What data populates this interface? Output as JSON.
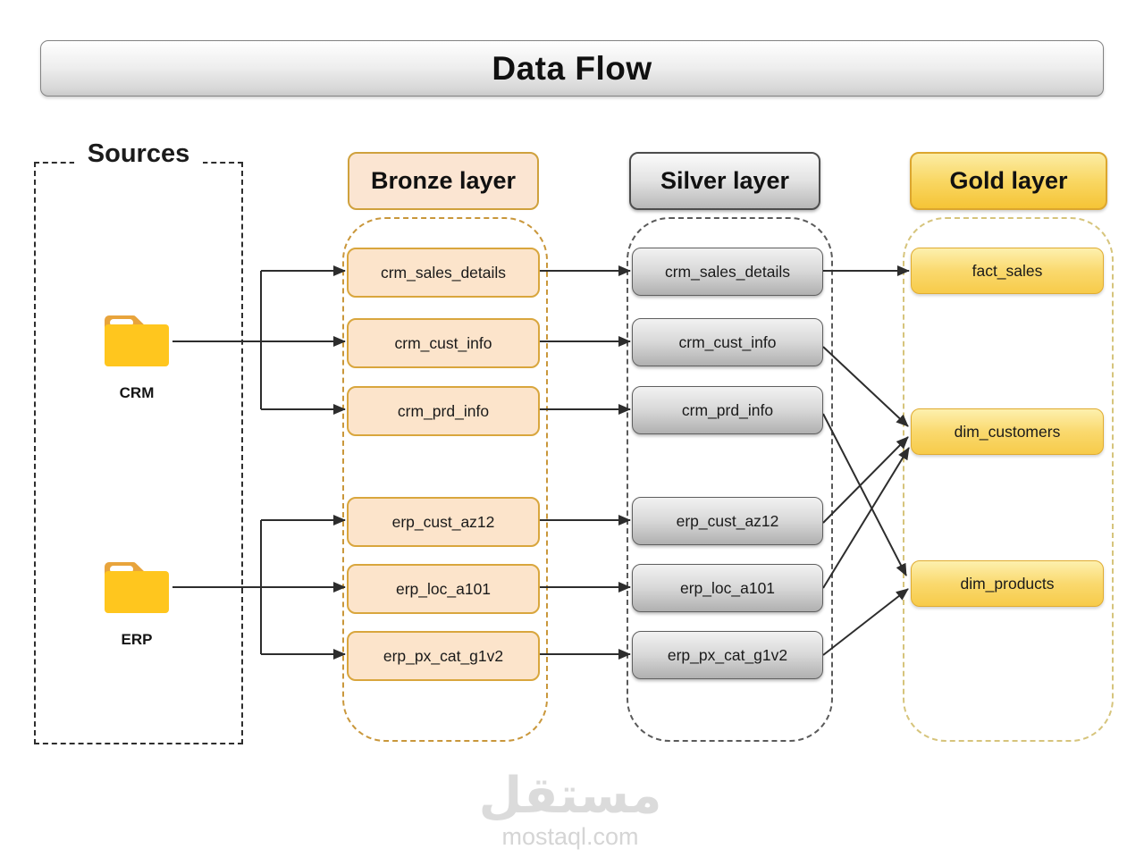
{
  "title": "Data Flow",
  "sources": {
    "label": "Sources",
    "items": [
      {
        "name": "CRM",
        "icon": "folder-icon"
      },
      {
        "name": "ERP",
        "icon": "folder-icon"
      }
    ]
  },
  "layers": {
    "bronze": {
      "label": "Bronze layer",
      "tables": [
        "crm_sales_details",
        "crm_cust_info",
        "crm_prd_info",
        "erp_cust_az12",
        "erp_loc_a101",
        "erp_px_cat_g1v2"
      ]
    },
    "silver": {
      "label": "Silver layer",
      "tables": [
        "crm_sales_details",
        "crm_cust_info",
        "crm_prd_info",
        "erp_cust_az12",
        "erp_loc_a101",
        "erp_px_cat_g1v2"
      ]
    },
    "gold": {
      "label": "Gold layer",
      "tables": [
        "fact_sales",
        "dim_customers",
        "dim_products"
      ]
    }
  },
  "connections": {
    "source_to_bronze": [
      [
        "CRM",
        "crm_sales_details"
      ],
      [
        "CRM",
        "crm_cust_info"
      ],
      [
        "CRM",
        "crm_prd_info"
      ],
      [
        "ERP",
        "erp_cust_az12"
      ],
      [
        "ERP",
        "erp_loc_a101"
      ],
      [
        "ERP",
        "erp_px_cat_g1v2"
      ]
    ],
    "bronze_to_silver": [
      [
        "crm_sales_details",
        "crm_sales_details"
      ],
      [
        "crm_cust_info",
        "crm_cust_info"
      ],
      [
        "crm_prd_info",
        "crm_prd_info"
      ],
      [
        "erp_cust_az12",
        "erp_cust_az12"
      ],
      [
        "erp_loc_a101",
        "erp_loc_a101"
      ],
      [
        "erp_px_cat_g1v2",
        "erp_px_cat_g1v2"
      ]
    ],
    "silver_to_gold": [
      [
        "crm_sales_details",
        "fact_sales"
      ],
      [
        "crm_cust_info",
        "dim_customers"
      ],
      [
        "crm_prd_info",
        "dim_products"
      ],
      [
        "erp_cust_az12",
        "dim_customers"
      ],
      [
        "erp_loc_a101",
        "dim_customers"
      ],
      [
        "erp_px_cat_g1v2",
        "dim_products"
      ]
    ]
  },
  "watermark": {
    "logo": "مستقل",
    "site": "mostaql.com"
  },
  "colors": {
    "bronze_fill": "#FCE4CB",
    "bronze_border": "#D9A63D",
    "silver_fill": "#CFCFCF",
    "silver_border": "#5F5F5F",
    "gold_fill": "#F8D25F",
    "gold_border": "#E0AC31",
    "folder": "#FFC61E",
    "folder_tab": "#E8A43C",
    "arrow": "#2D2D2D"
  }
}
